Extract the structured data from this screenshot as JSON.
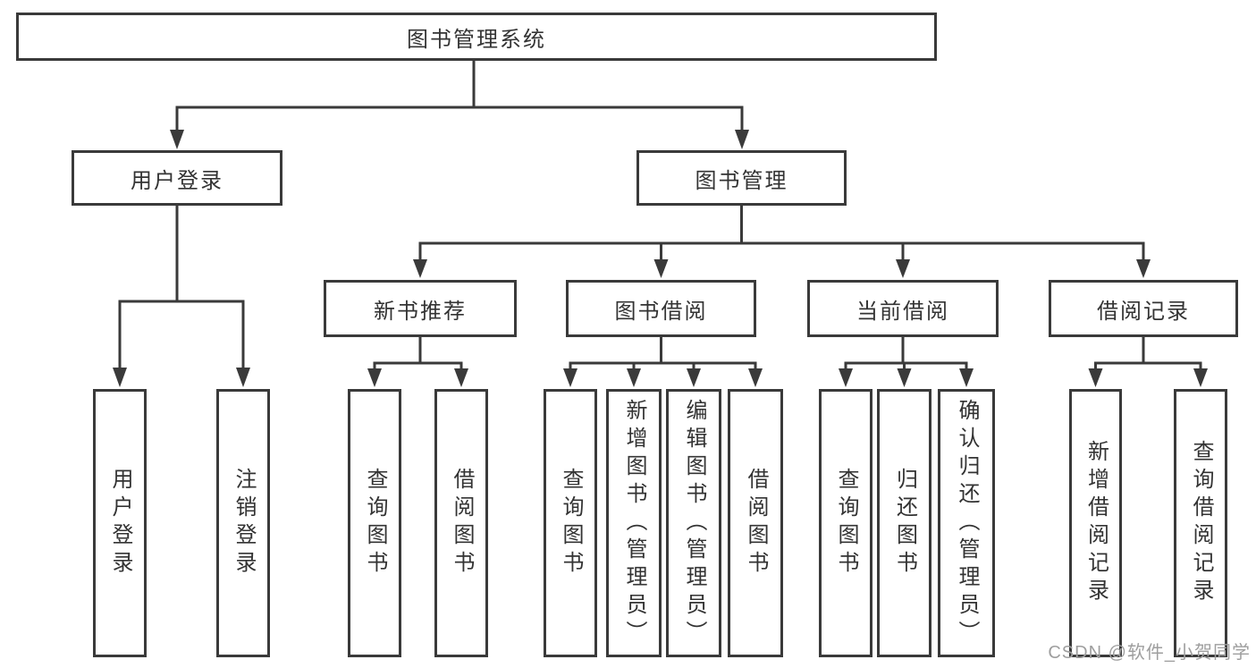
{
  "tree": {
    "root": "图书管理系统",
    "branches": [
      {
        "label": "用户登录",
        "children": [
          "用户登录",
          "注销登录"
        ]
      },
      {
        "label": "图书管理",
        "groups": [
          {
            "label": "新书推荐",
            "children": [
              "查询图书",
              "借阅图书"
            ]
          },
          {
            "label": "图书借阅",
            "children": [
              "查询图书",
              "新增图书（管理员）",
              "编辑图书（管理员）",
              "借阅图书"
            ]
          },
          {
            "label": "当前借阅",
            "children": [
              "查询图书",
              "归还图书",
              "确认归还（管理员）"
            ]
          },
          {
            "label": "借阅记录",
            "children": [
              "新增借阅记录",
              "查询借阅记录"
            ]
          }
        ]
      }
    ]
  },
  "watermark": {
    "text": "CSDN @软件_小贺同学"
  },
  "colors": {
    "line": "#3a3a3a",
    "text": "#333333",
    "watermark": "#9e9e9e",
    "background": "#ffffff"
  }
}
